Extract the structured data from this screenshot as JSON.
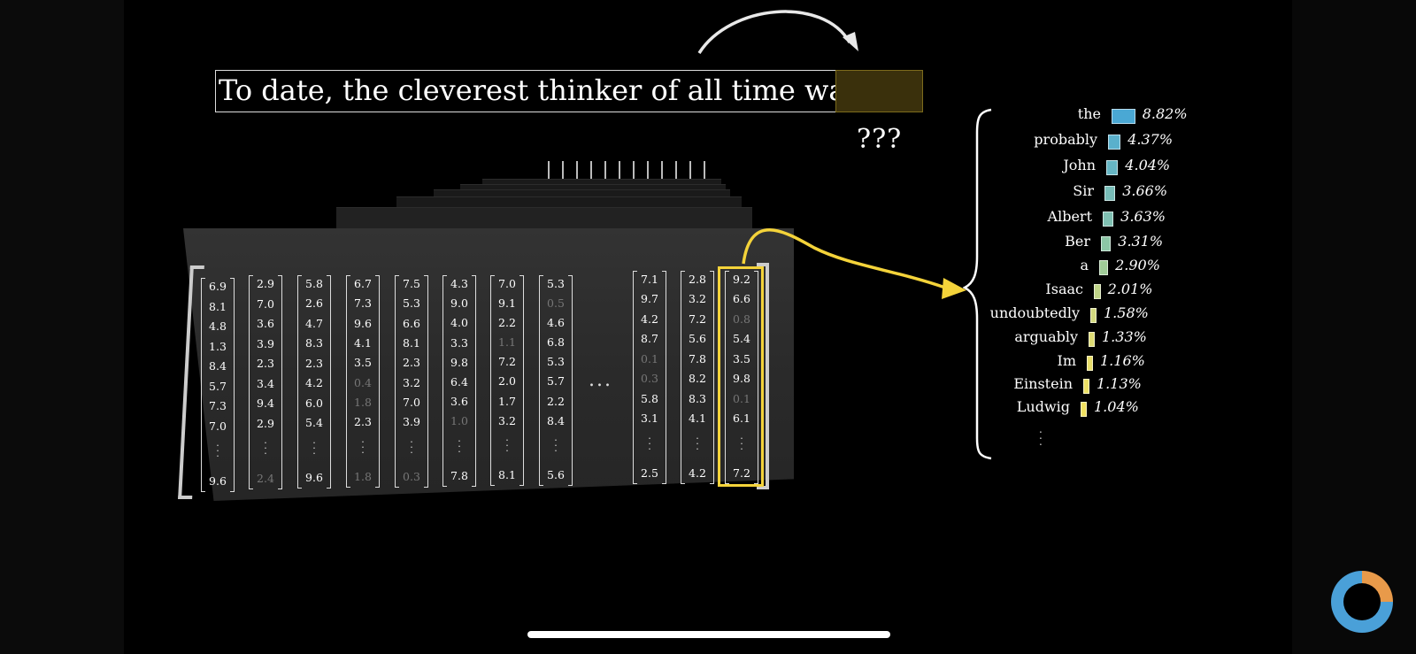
{
  "prompt": {
    "text": "To date, the cleverest thinker of all time was",
    "unknown": "???"
  },
  "matrix": {
    "ellipsis": "...",
    "columns": [
      {
        "values": [
          "6.9",
          "8.1",
          "4.8",
          "1.3",
          "8.4",
          "5.7",
          "7.3",
          "7.0"
        ],
        "last": "9.6"
      },
      {
        "values": [
          "2.9",
          "7.0",
          "3.6",
          "3.9",
          "2.3",
          "3.4",
          "9.4",
          "2.9"
        ],
        "last": "2.4"
      },
      {
        "values": [
          "5.8",
          "2.6",
          "4.7",
          "8.3",
          "2.3",
          "4.2",
          "6.0",
          "5.4"
        ],
        "last": "9.6"
      },
      {
        "values": [
          "6.7",
          "7.3",
          "9.6",
          "4.1",
          "3.5",
          "0.4",
          "1.8",
          "2.3"
        ],
        "last": "1.8"
      },
      {
        "values": [
          "7.5",
          "5.3",
          "6.6",
          "8.1",
          "2.3",
          "3.2",
          "7.0",
          "3.9"
        ],
        "last": "0.3"
      },
      {
        "values": [
          "4.3",
          "9.0",
          "4.0",
          "3.3",
          "9.8",
          "6.4",
          "3.6",
          "1.0"
        ],
        "last": "7.8"
      },
      {
        "values": [
          "7.0",
          "9.1",
          "2.2",
          "1.1",
          "7.2",
          "2.0",
          "1.7",
          "3.2"
        ],
        "last": "8.1"
      },
      {
        "values": [
          "5.3",
          "0.5",
          "4.6",
          "6.8",
          "5.3",
          "5.7",
          "2.2",
          "8.4"
        ],
        "last": "5.6"
      },
      {
        "values": [
          "7.1",
          "9.7",
          "4.2",
          "8.7",
          "0.1",
          "0.3",
          "5.8",
          "3.1"
        ],
        "last": "2.5"
      },
      {
        "values": [
          "2.8",
          "3.2",
          "7.2",
          "5.6",
          "7.8",
          "8.2",
          "8.3",
          "4.1"
        ],
        "last": "4.2"
      },
      {
        "values": [
          "9.2",
          "6.6",
          "0.8",
          "5.4",
          "3.5",
          "9.8",
          "0.1",
          "6.1"
        ],
        "last": "7.2"
      }
    ]
  },
  "predictions": [
    {
      "word": "the",
      "pct": "8.82%",
      "p": 8.82,
      "color": "#4aa8d4"
    },
    {
      "word": "probably",
      "pct": "4.37%",
      "p": 4.37,
      "color": "#5ab0cc"
    },
    {
      "word": "John",
      "pct": "4.04%",
      "p": 4.04,
      "color": "#66b6c4"
    },
    {
      "word": "Sir",
      "pct": "3.66%",
      "p": 3.66,
      "color": "#78bdb8"
    },
    {
      "word": "Albert",
      "pct": "3.63%",
      "p": 3.63,
      "color": "#7fc0b2"
    },
    {
      "word": "Ber",
      "pct": "3.31%",
      "p": 3.31,
      "color": "#8cc6a6"
    },
    {
      "word": "a",
      "pct": "2.90%",
      "p": 2.9,
      "color": "#a0cc98"
    },
    {
      "word": "Isaac",
      "pct": "2.01%",
      "p": 2.01,
      "color": "#c0d588"
    },
    {
      "word": "undoubtedly",
      "pct": "1.58%",
      "p": 1.58,
      "color": "#d4da80"
    },
    {
      "word": "arguably",
      "pct": "1.33%",
      "p": 1.33,
      "color": "#dedc74"
    },
    {
      "word": "Im",
      "pct": "1.16%",
      "p": 1.16,
      "color": "#e8de6a"
    },
    {
      "word": "Einstein",
      "pct": "1.13%",
      "p": 1.13,
      "color": "#ece066"
    },
    {
      "word": "Ludwig",
      "pct": "1.04%",
      "p": 1.04,
      "color": "#f0e060"
    }
  ],
  "colors": {
    "highlight": "#f4d33a",
    "arrow": "#e8e8e8"
  }
}
